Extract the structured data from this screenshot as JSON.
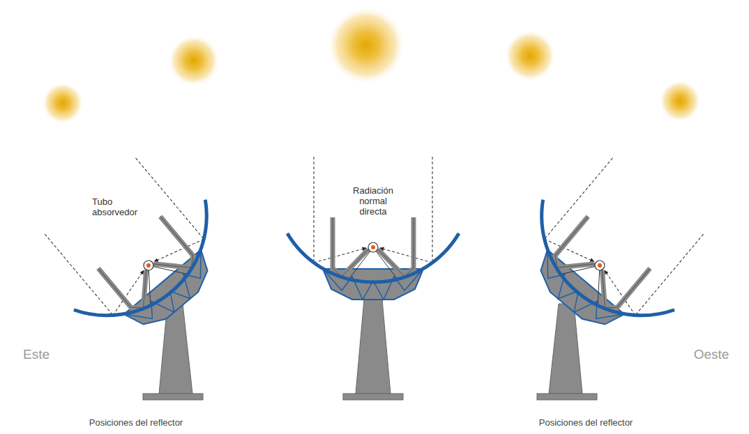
{
  "diagram": {
    "labels": [
      "Tubo absorvedor",
      "Radiación normal directa",
      "Este",
      "Oeste",
      "Posiciones del reflector",
      "Posiciones del reflector"
    ]
  }
}
